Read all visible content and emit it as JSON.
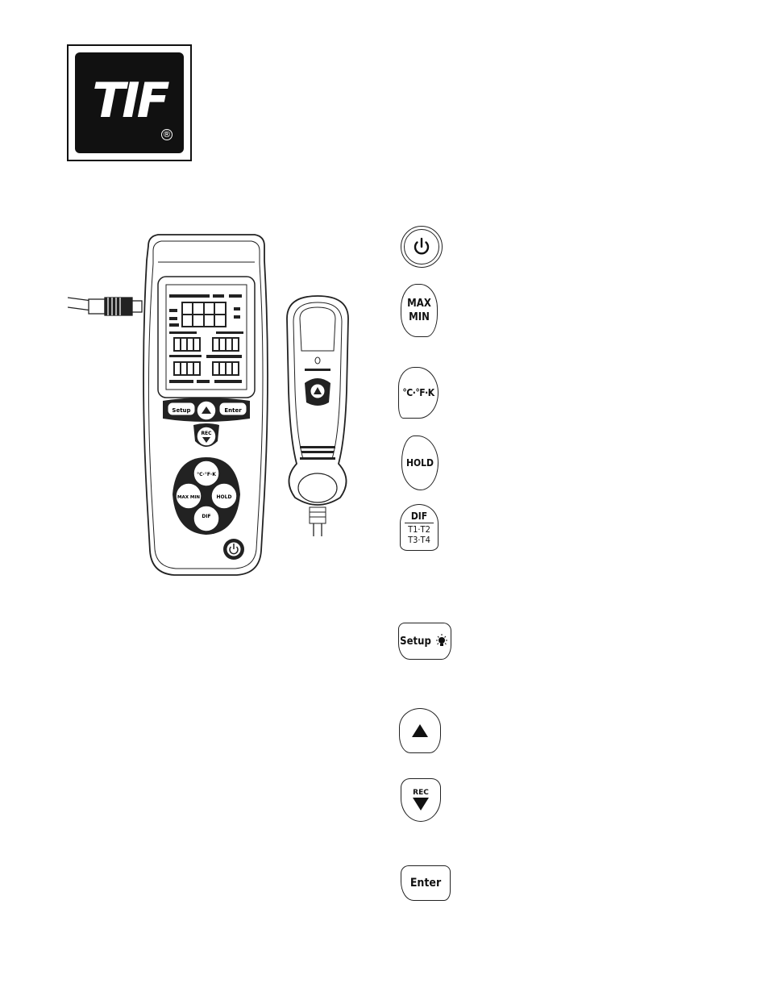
{
  "logo": {
    "text": "TIF",
    "registered": "®"
  },
  "meter": {
    "buttons": {
      "setup": "Setup",
      "enter": "Enter",
      "rec": "REC",
      "unit": "°C·°F·K",
      "maxmin": "MAX MIN",
      "hold": "HOLD",
      "dif": "DIF"
    }
  },
  "keys": {
    "power": {
      "icon": "power-icon"
    },
    "maxmin": {
      "line1": "MAX",
      "line2": "MIN"
    },
    "unit": {
      "label": "°C·°F·K"
    },
    "hold": {
      "label": "HOLD"
    },
    "dif": {
      "label": "DIF",
      "line1": "T1·T2",
      "line2": "T3·T4"
    },
    "setup": {
      "label": "Setup",
      "icon": "backlight-bulb-icon"
    },
    "up": {
      "icon": "up-arrow-icon"
    },
    "rec": {
      "label": "REC",
      "icon": "down-arrow-icon"
    },
    "enter": {
      "label": "Enter"
    }
  }
}
